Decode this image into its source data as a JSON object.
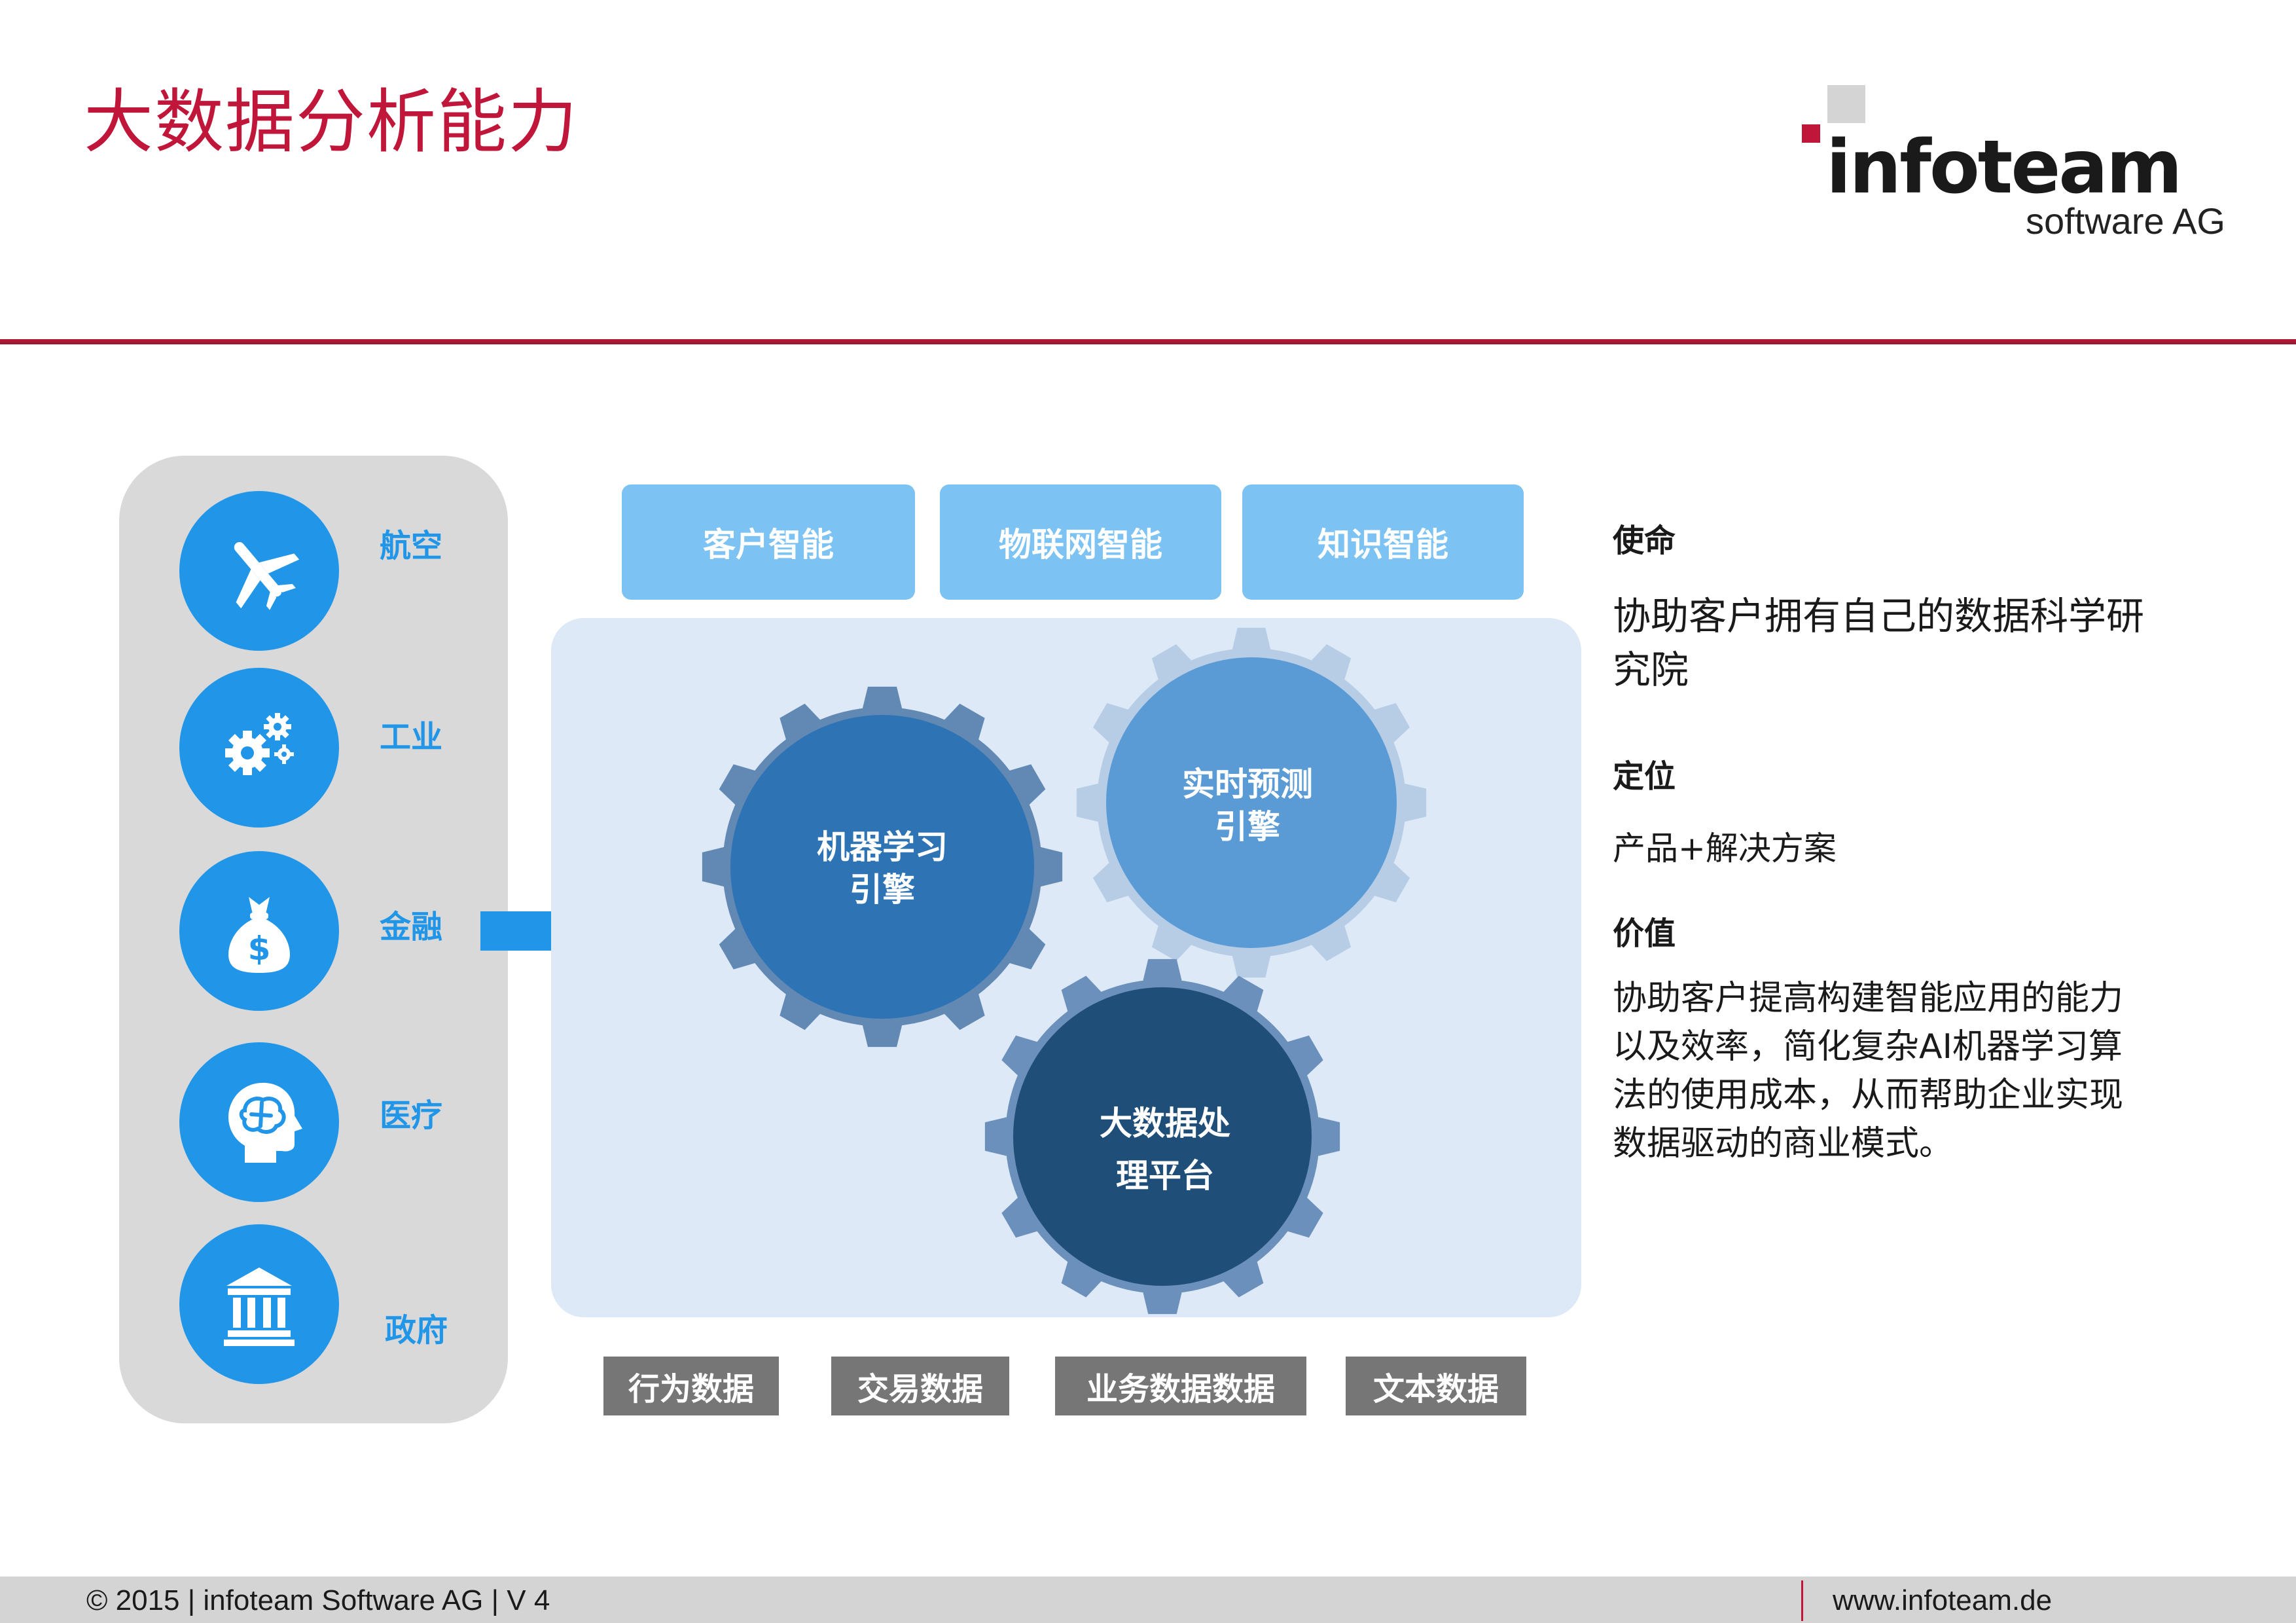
{
  "header": {
    "title": "大数据分析能力",
    "logo": {
      "wordmark": "infoteam",
      "subtitle": "software AG",
      "accent_color": "#c0163a"
    }
  },
  "sectors": [
    {
      "label": "航空",
      "icon": "airplane-icon"
    },
    {
      "label": "工业",
      "icon": "gears-icon"
    },
    {
      "label": "金融",
      "icon": "money-bag-icon"
    },
    {
      "label": "医疗",
      "icon": "head-brain-icon"
    },
    {
      "label": "政府",
      "icon": "government-building-icon"
    }
  ],
  "intelligence": [
    "客户智能",
    "物联网智能",
    "知识智能"
  ],
  "engines": {
    "machine_learning": "机器学习\n引擎",
    "realtime_prediction": "实时预测\n引擎",
    "big_data_platform": "大数据处\n理平台"
  },
  "data_sources": [
    "行为数据",
    "交易数据",
    "业务数据数据",
    "文本数据"
  ],
  "sidebar": {
    "mission_heading": "使命",
    "mission_text": "协助客户拥有自己的数据科学研究院",
    "position_heading": "定位",
    "position_text": "产品+解决方案",
    "value_heading": "价值",
    "value_text": "协助客户提高构建智能应用的能力以及效率，简化复杂AI机器学习算法的使用成本，从而帮助企业实现数据驱动的商业模式。"
  },
  "footer": {
    "left": "© 2015 | infoteam Software AG | V 4",
    "right": "www.infoteam.de"
  },
  "colors": {
    "brand_red": "#c0163a",
    "sector_blue": "#2196e8",
    "intel_blue": "#7cc3f3",
    "gear_ml": "#2e74b5",
    "gear_rt": "#5b9bd5",
    "gear_bd": "#1f4e79",
    "data_gray": "#767676"
  }
}
